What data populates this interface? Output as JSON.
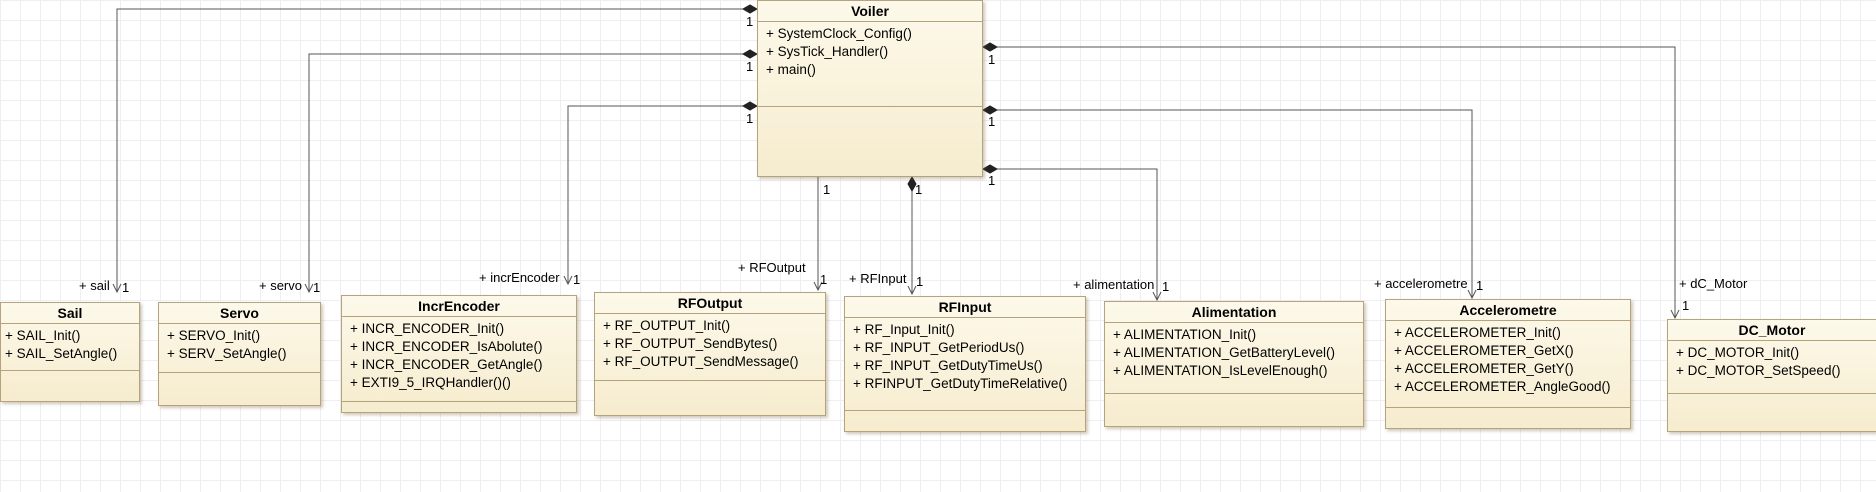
{
  "classes": {
    "voiler": {
      "name": "Voiler",
      "operations": [
        "+ SystemClock_Config()",
        "+ SysTick_Handler()",
        "+ main()"
      ]
    },
    "sail": {
      "name": "Sail",
      "operations": [
        "+ SAIL_Init()",
        "+ SAIL_SetAngle()"
      ]
    },
    "servo": {
      "name": "Servo",
      "operations": [
        "+ SERVO_Init()",
        "+ SERV_SetAngle()"
      ]
    },
    "incr_encoder": {
      "name": "IncrEncoder",
      "operations": [
        "+ INCR_ENCODER_Init()",
        "+ INCR_ENCODER_IsAbolute()",
        "+ INCR_ENCODER_GetAngle()",
        "+ EXTI9_5_IRQHandler()()"
      ]
    },
    "rf_output": {
      "name": "RFOutput",
      "operations": [
        "+ RF_OUTPUT_Init()",
        "+ RF_OUTPUT_SendBytes()",
        "+ RF_OUTPUT_SendMessage()"
      ]
    },
    "rf_input": {
      "name": "RFInput",
      "operations": [
        "+ RF_Input_Init()",
        "+ RF_INPUT_GetPeriodUs()",
        "+ RF_INPUT_GetDutyTimeUs()",
        "+ RFINPUT_GetDutyTimeRelative()"
      ]
    },
    "alimentation": {
      "name": "Alimentation",
      "operations": [
        "+ ALIMENTATION_Init()",
        "+ ALIMENTATION_GetBatteryLevel()",
        "+ ALIMENTATION_IsLevelEnough()"
      ]
    },
    "accelerometre": {
      "name": "Accelerometre",
      "operations": [
        "+ ACCELEROMETER_Init()",
        "+ ACCELEROMETER_GetX()",
        "+ ACCELEROMETER_GetY()",
        "+ ACCELEROMETER_AngleGood()"
      ]
    },
    "dc_motor": {
      "name": "DC_Motor",
      "operations": [
        "+ DC_MOTOR_Init()",
        "+ DC_MOTOR_SetSpeed()"
      ]
    }
  },
  "associations": {
    "sail": {
      "role": "+ sail",
      "source_multiplicity": "1",
      "target_multiplicity": "1"
    },
    "servo": {
      "role": "+ servo",
      "source_multiplicity": "1",
      "target_multiplicity": "1"
    },
    "incr_encoder": {
      "role": "+ incrEncoder",
      "source_multiplicity": "1",
      "target_multiplicity": "1"
    },
    "rf_output": {
      "role": "+ RFOutput",
      "source_multiplicity": "1",
      "target_multiplicity": "1"
    },
    "rf_input": {
      "role": "+ RFInput",
      "source_multiplicity": "1",
      "target_multiplicity": "1"
    },
    "alimentation": {
      "role": "+ alimentation",
      "source_multiplicity": "1",
      "target_multiplicity": "1"
    },
    "accelerometre": {
      "role": "+ accelerometre",
      "source_multiplicity": "1",
      "target_multiplicity": "1"
    },
    "dc_motor": {
      "role": "+ dC_Motor",
      "source_multiplicity": "1",
      "target_multiplicity": "1"
    }
  }
}
